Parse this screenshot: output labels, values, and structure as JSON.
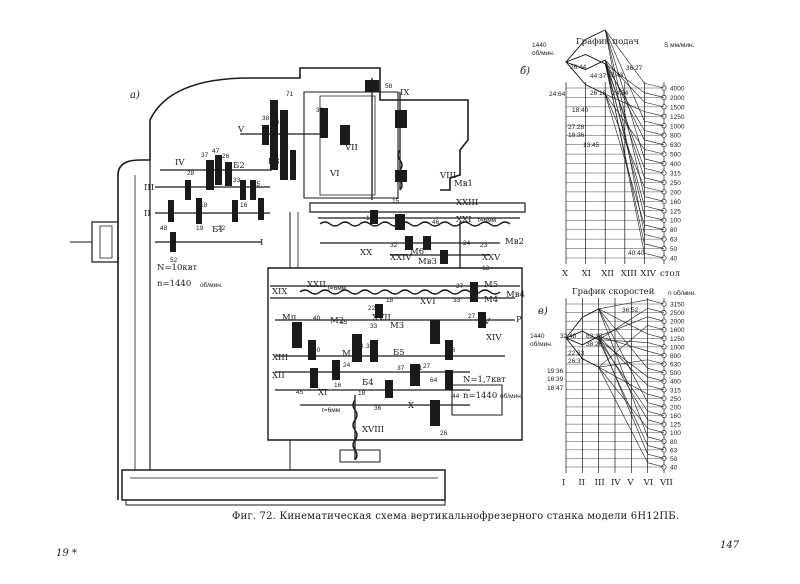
{
  "caption": "Фиг. 72. Кинематическая схема вертикальнофрезерного станка модели 6Н12ПБ.",
  "page_left": "19 *",
  "page_right": "147",
  "labels": {
    "a": "a)",
    "b": "б)",
    "v": "в)",
    "motor_power": "N=10квт",
    "motor_speed": "n=1440",
    "motor_speed_unit": "об/мин.",
    "feed_motor_power": "N=1,7квт",
    "feed_motor_speed": "n=1440",
    "feed_motor_unit": "об/мин.",
    "t6_xxi": "t=6мм",
    "t6_xix": "t=6мм",
    "t6_xi": "t=6мм",
    "mv1": "Мв1",
    "mv2": "Мв2",
    "mv3": "Мв3",
    "mv4": "Мв4",
    "mp": "Мп",
    "m1": "М1",
    "m2": "М2",
    "m3": "М3",
    "m4": "М4",
    "m5": "М5",
    "m6": "М6",
    "b1": "Б1",
    "b2": "Б2",
    "b3": "Б3",
    "b4": "Б4",
    "b5": "Б5",
    "p": "Р"
  },
  "shafts": [
    "I",
    "II",
    "III",
    "IV",
    "V",
    "VI",
    "VII",
    "VIII",
    "IX",
    "X",
    "XI",
    "XII",
    "XIII",
    "XIV",
    "XV",
    "XVI",
    "XVII",
    "XVIII",
    "XIX",
    "XX",
    "XXI",
    "XXII",
    "XXIII",
    "XXIV",
    "XXV"
  ],
  "gear_counts": [
    "58",
    "32",
    "71",
    "86",
    "38",
    "32",
    "37",
    "47",
    "26",
    "28",
    "33",
    "35",
    "16",
    "19",
    "22",
    "18",
    "48",
    "52",
    "15",
    "18",
    "46",
    "32",
    "24",
    "23",
    "13",
    "37",
    "33",
    "18",
    "22",
    "33",
    "40",
    "45",
    "15",
    "24",
    "36",
    "34",
    "40",
    "34",
    "37",
    "21",
    "27",
    "26",
    "64",
    "44",
    "13",
    "16",
    "18",
    "36",
    "27"
  ],
  "feed_chart": {
    "title": "График подач",
    "left_speed": "1440",
    "left_unit": "об/мин.",
    "right_unit": "S мм/мин.",
    "right_values": [
      "4000",
      "2000",
      "1500",
      "1250",
      "1000",
      "800",
      "630",
      "500",
      "400",
      "315",
      "250",
      "200",
      "160",
      "125",
      "100",
      "80",
      "63",
      "50",
      "40"
    ],
    "bottom_labels": [
      "X",
      "XI",
      "XII",
      "XIII",
      "XIV",
      "стол"
    ],
    "ratio_labels": [
      "26:44",
      "44:37",
      "37:43",
      "36:27",
      "24:64",
      "26:18",
      "24:34",
      "18:40",
      "27:28",
      "18:36",
      "13:45",
      "40:40"
    ]
  },
  "speed_chart": {
    "title": "График скоростей",
    "left_speed": "1440",
    "left_unit": "об/мин.",
    "right_unit": "n об/мин.",
    "right_values": [
      "3150",
      "2500",
      "2000",
      "1600",
      "1250",
      "1000",
      "800",
      "630",
      "500",
      "400",
      "315",
      "250",
      "200",
      "160",
      "125",
      "100",
      "80",
      "63",
      "50",
      "40"
    ],
    "bottom_labels": [
      "I",
      "II",
      "III",
      "IV",
      "V",
      "VI",
      "VII"
    ],
    "ratio_labels": [
      "32:48",
      "82:38",
      "36:52",
      "38:26",
      "22:33",
      "26:37",
      "19:36",
      "16:39",
      "18:47"
    ]
  }
}
